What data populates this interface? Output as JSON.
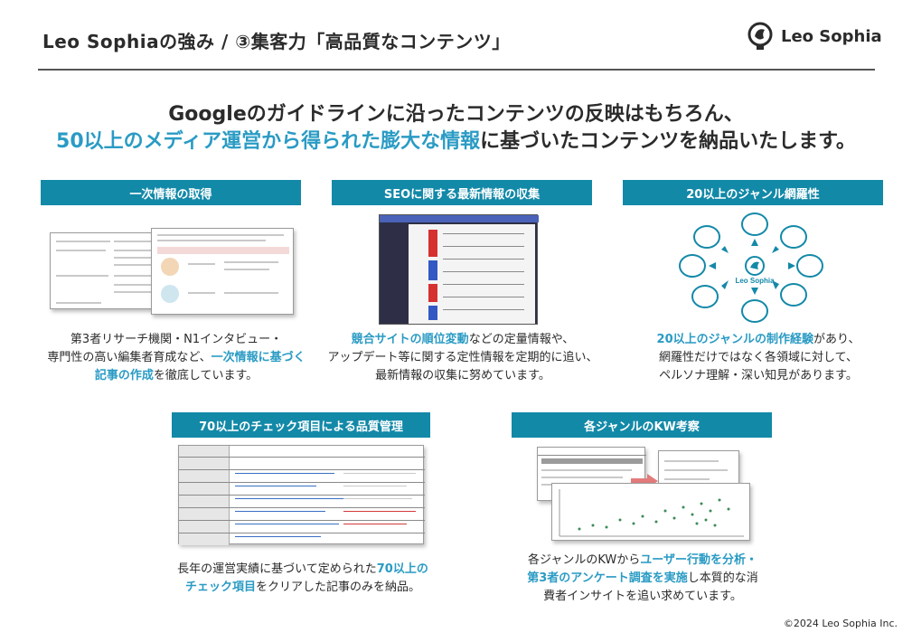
{
  "header": {
    "title": "Leo Sophiaの強み / ③集客力「高品質なコンテンツ」",
    "logo_text": "Leo Sophia"
  },
  "lead": {
    "line1": "Googleのガイドラインに沿ったコンテンツの反映はもちろん、",
    "line2_accent": "50以上のメディア運営から得られた膨大な情報",
    "line2_rest": "に基づいたコンテンツを納品いたします。"
  },
  "cards": {
    "primary": {
      "title": "一次情報の取得",
      "text_a": "第3者リサーチ機関・N1インタビュー・",
      "text_b": "専門性の高い編集者育成など、",
      "text_c": "一次情報に基づく",
      "text_d": "記事の作成",
      "text_e": "を徹底しています。"
    },
    "seo": {
      "title": "SEOに関する最新情報の収集",
      "text_a": "競合サイトの順位変動",
      "text_b": "などの定量情報や、",
      "text_c": "アップデート等に関する定性情報を定期的に追い、",
      "text_d": "最新情報の収集に努めています。"
    },
    "genre": {
      "title": "20以上のジャンル網羅性",
      "center_label": "Leo Sophia",
      "text_a": "20以上のジャンルの制作経験",
      "text_b": "があり、",
      "text_c": "網羅性だけではなく各領域に対して、",
      "text_d": "ペルソナ理解・深い知見があります。"
    },
    "check": {
      "title": "70以上のチェック項目による品質管理",
      "text_a": "長年の運営実績に基づいて定められた",
      "text_b": "70以上の",
      "text_c": "チェック項目",
      "text_d": "をクリアした記事のみを納品。"
    },
    "kw": {
      "title": "各ジャンルのKW考察",
      "text_a": "各ジャンルのKWから",
      "text_b": "ユーザー行動を分析・",
      "text_c": "第3者のアンケート調査を実施",
      "text_d": "し本質的な消",
      "text_e": "費者インサイトを追い求めています。"
    }
  },
  "footer": {
    "copyright": "©2024 Leo Sophia Inc."
  },
  "colors": {
    "accent": "#2a9bc4",
    "header_bar": "#1389a8",
    "text": "#2b2b2b"
  }
}
